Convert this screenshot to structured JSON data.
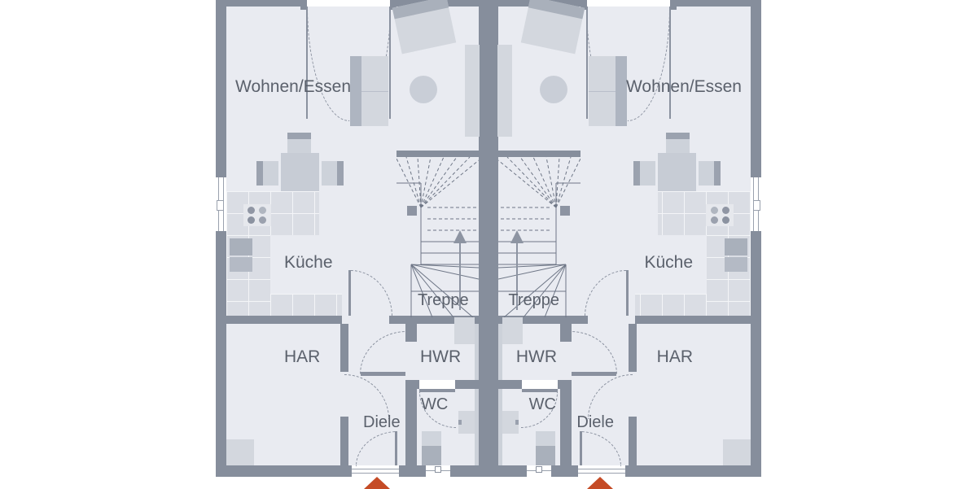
{
  "plan": {
    "type": "floor-plan",
    "building": "duplex (two mirrored units)",
    "room_labels": {
      "living": "Wohnen/Essen",
      "kitchen": "Küche",
      "stairs": "Treppe",
      "har": "HAR",
      "hwr": "HWR",
      "wc": "WC",
      "hall": "Diele"
    },
    "colors": {
      "wall": "#868e9c",
      "floor": "#e9ebf1",
      "furniture_light": "#d3d7de",
      "furniture_dark": "#a9b0bb",
      "stair_line": "#6e7686",
      "label_text": "#5b616c",
      "entrance_arrow": "#c54b26",
      "background": "#ffffff"
    }
  }
}
